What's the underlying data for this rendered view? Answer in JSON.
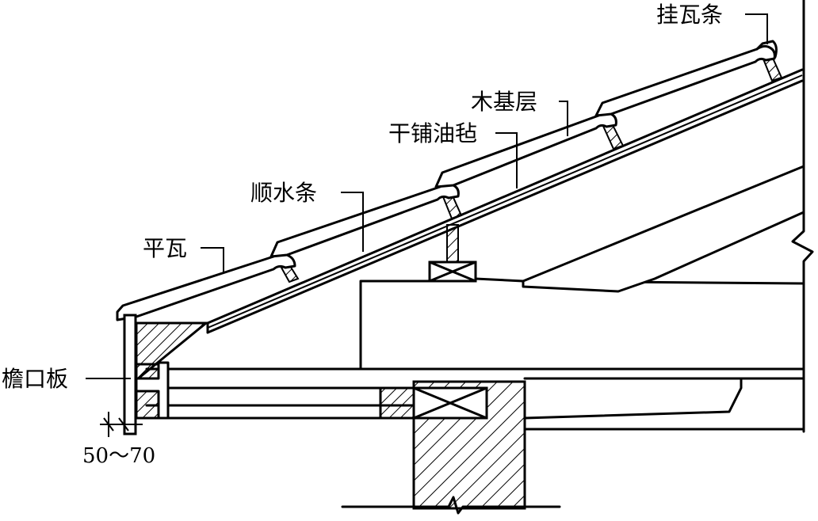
{
  "labels": {
    "tile_batten": "挂瓦条",
    "wood_base": "木基层",
    "dry_felt": "干铺油毡",
    "counter_batten": "顺水条",
    "flat_tile": "平瓦",
    "eave_board": "檐口板",
    "dimension": "50～70"
  }
}
